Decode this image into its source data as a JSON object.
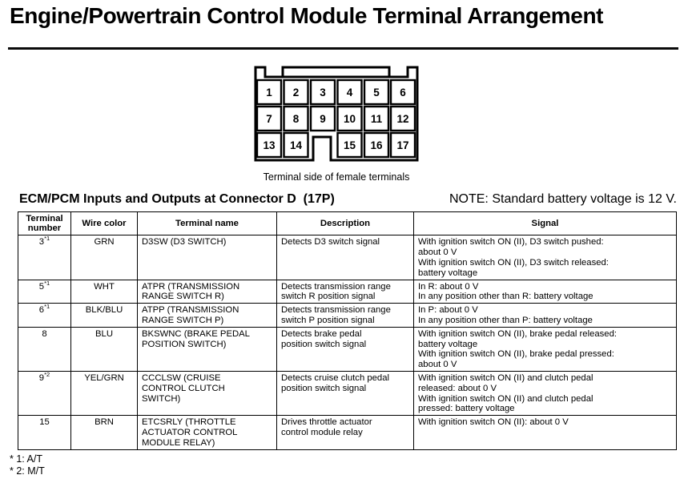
{
  "page": {
    "title": "Engine/Powertrain Control Module Terminal Arrangement"
  },
  "colors": {
    "ink": "#000000",
    "background": "#ffffff"
  },
  "connector": {
    "terminals": [
      "1",
      "2",
      "3",
      "4",
      "5",
      "6",
      "7",
      "8",
      "9",
      "10",
      "11",
      "12",
      "13",
      "14",
      "15",
      "16",
      "17"
    ],
    "caption": "Terminal side of female terminals"
  },
  "section": {
    "heading": "ECM/PCM Inputs and Outputs at Connector D  (17P)",
    "note": "NOTE: Standard battery voltage is 12 V."
  },
  "table": {
    "headers": [
      "Terminal number",
      "Wire color",
      "Terminal name",
      "Description",
      "Signal"
    ],
    "rows": [
      {
        "terminal": "3",
        "footnote": "*1",
        "wire_color": "GRN",
        "terminal_name": "D3SW (D3 SWITCH)",
        "description": "Detects D3 switch signal",
        "signal": "With ignition switch ON (II), D3 switch pushed:\nabout 0 V\nWith ignition switch ON (II), D3 switch released:\nbattery voltage"
      },
      {
        "terminal": "5",
        "footnote": "*1",
        "wire_color": "WHT",
        "terminal_name": "ATPR (TRANSMISSION\nRANGE SWITCH R)",
        "description": "Detects transmission range\nswitch R position signal",
        "signal": "In R: about 0 V\nIn any position other than R: battery voltage"
      },
      {
        "terminal": "6",
        "footnote": "*1",
        "wire_color": "BLK/BLU",
        "terminal_name": "ATPP (TRANSMISSION\nRANGE SWITCH P)",
        "description": "Detects transmission range\nswitch P position signal",
        "signal": "In P: about 0 V\nIn any position other than P: battery voltage"
      },
      {
        "terminal": "8",
        "footnote": "",
        "wire_color": "BLU",
        "terminal_name": "BKSWNC (BRAKE PEDAL\nPOSITION SWITCH)",
        "description": "Detects brake pedal\nposition switch signal",
        "signal": "With ignition switch ON (II), brake pedal released:\nbattery voltage\nWith ignition switch ON (II), brake pedal pressed:\nabout 0 V"
      },
      {
        "terminal": "9",
        "footnote": "*2",
        "wire_color": "YEL/GRN",
        "terminal_name": "CCCLSW (CRUISE\nCONTROL CLUTCH\nSWITCH)",
        "description": "Detects cruise clutch pedal\nposition switch signal",
        "signal": "With ignition switch ON (II) and clutch pedal\nreleased: about 0 V\nWith ignition switch ON (II) and clutch pedal\npressed: battery voltage"
      },
      {
        "terminal": "15",
        "footnote": "",
        "wire_color": "BRN",
        "terminal_name": "ETCSRLY (THROTTLE\nACTUATOR CONTROL\nMODULE RELAY)",
        "description": "Drives throttle actuator\ncontrol module relay",
        "signal": "With ignition switch ON (II): about 0 V"
      }
    ],
    "footnotes": [
      "* 1: A/T",
      "* 2: M/T"
    ]
  }
}
